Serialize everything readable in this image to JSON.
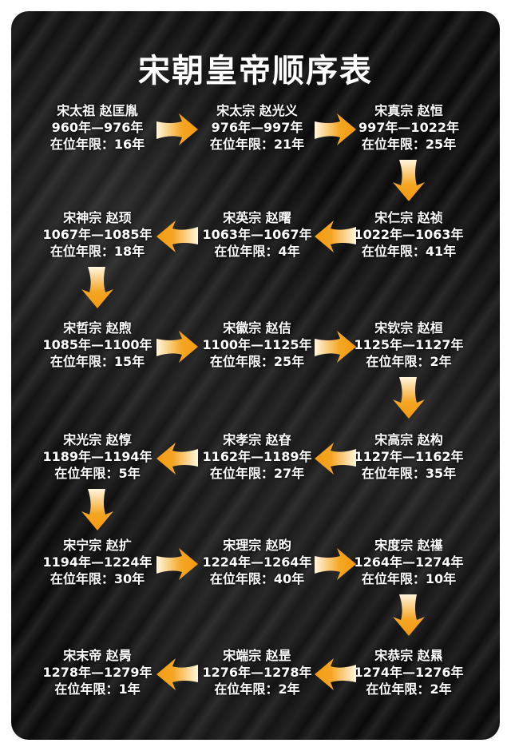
{
  "title": "宋朝皇帝顺序表",
  "reign_label": "在位年限：",
  "accent_color": "#f5a623",
  "emperors": [
    {
      "name": "宋太祖 赵匡胤",
      "period": "960年—976年",
      "years": "16年"
    },
    {
      "name": "宋太宗 赵光义",
      "period": "976年—997年",
      "years": "21年"
    },
    {
      "name": "宋真宗 赵恒",
      "period": "997年—1022年",
      "years": "25年"
    },
    {
      "name": "宋仁宗 赵祯",
      "period": "1022年—1063年",
      "years": "41年"
    },
    {
      "name": "宋英宗 赵曙",
      "period": "1063年—1067年",
      "years": "4年"
    },
    {
      "name": "宋神宗 赵顼",
      "period": "1067年—1085年",
      "years": "18年"
    },
    {
      "name": "宋哲宗 赵煦",
      "period": "1085年—1100年",
      "years": "15年"
    },
    {
      "name": "宋徽宗 赵佶",
      "period": "1100年—1125年",
      "years": "25年"
    },
    {
      "name": "宋钦宗 赵桓",
      "period": "1125年—1127年",
      "years": "2年"
    },
    {
      "name": "宋高宗 赵构",
      "period": "1127年—1162年",
      "years": "35年"
    },
    {
      "name": "宋孝宗 赵昚",
      "period": "1162年—1189年",
      "years": "27年"
    },
    {
      "name": "宋光宗 赵惇",
      "period": "1189年—1194年",
      "years": "5年"
    },
    {
      "name": "宋宁宗 赵扩",
      "period": "1194年—1224年",
      "years": "30年"
    },
    {
      "name": "宋理宗 赵昀",
      "period": "1224年—1264年",
      "years": "40年"
    },
    {
      "name": "宋度宗 赵禥",
      "period": "1264年—1274年",
      "years": "10年"
    },
    {
      "name": "宋恭宗 赵㬎",
      "period": "1274年—1276年",
      "years": "2年"
    },
    {
      "name": "宋端宗 赵昰",
      "period": "1276年—1278年",
      "years": "2年"
    },
    {
      "name": "宋末帝 赵昺",
      "period": "1278年—1279年",
      "years": "1年"
    }
  ]
}
